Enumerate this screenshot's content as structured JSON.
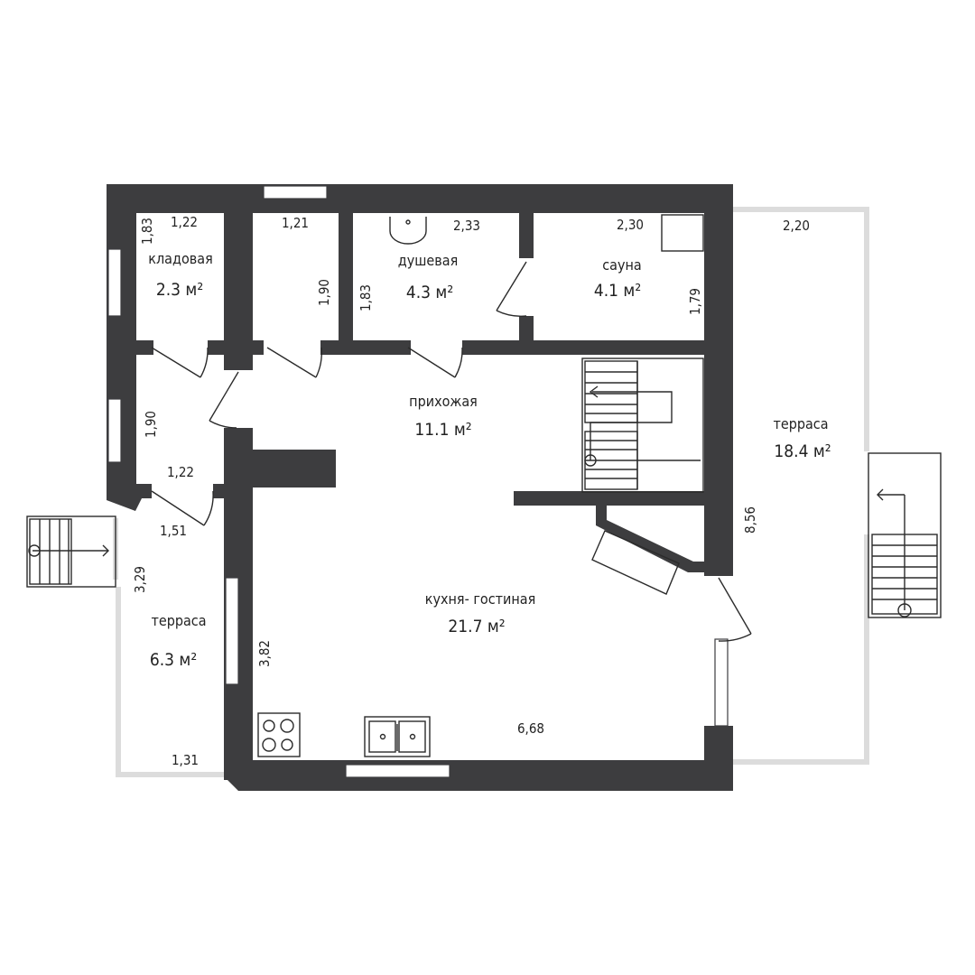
{
  "rooms": {
    "storage": {
      "name": "кладовая",
      "area": "2.3 м²"
    },
    "shower": {
      "name": "душевая",
      "area": "4.3 м²"
    },
    "sauna": {
      "name": "сауна",
      "area": "4.1 м²"
    },
    "hall": {
      "name": "прихожая",
      "area": "11.1 м²"
    },
    "kitchen": {
      "name": "кухня- гостиная",
      "area": "21.7 м²"
    },
    "terrace_right": {
      "name": "терраса",
      "area": "18.4 м²"
    },
    "terrace_left": {
      "name": "терраса",
      "area": "6.3 м²"
    }
  },
  "dimensions": {
    "storage_top": "1,22",
    "storage_side": "1,83",
    "closet_top": "1,21",
    "closet_side": "1,90",
    "shower_top": "2,33",
    "shower_side": "1,83",
    "sauna_top": "2,30",
    "sauna_side": "1,79",
    "vestibule_side": "1,90",
    "vestibule_bottom": "1,22",
    "terrace_left_top": "1,51",
    "terrace_left_side": "3,29",
    "terrace_left_bottom": "1,31",
    "kitchen_side": "3,82",
    "kitchen_bottom": "6,68",
    "terrace_right_top": "2,20",
    "terrace_right_side": "8,56"
  },
  "icons": [
    "sink-icon",
    "stove-icon",
    "double-sink-icon",
    "stairs-icon",
    "door-icon",
    "window-icon"
  ]
}
